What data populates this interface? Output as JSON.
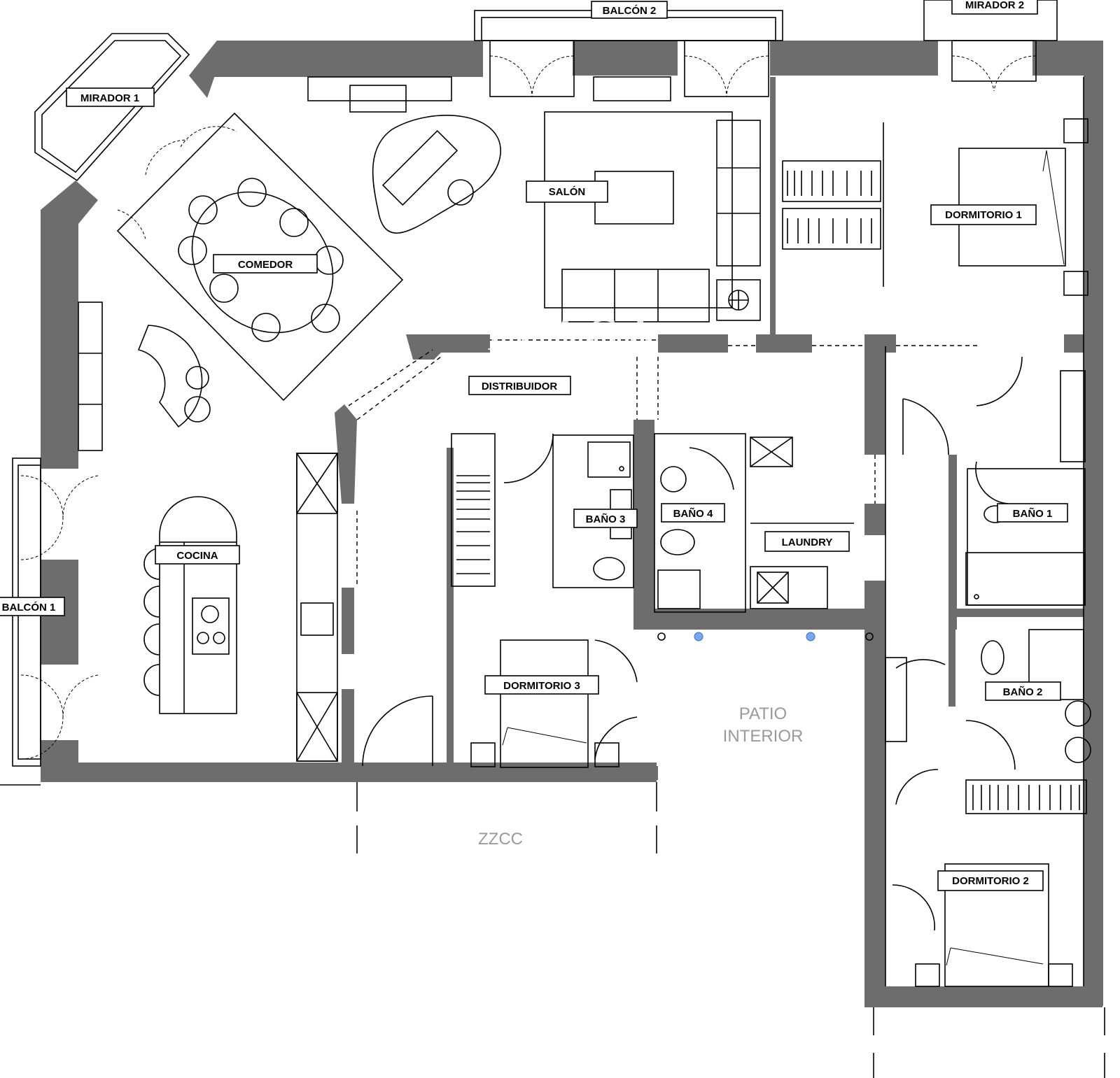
{
  "rooms": {
    "balcon2": "BALCÓN 2",
    "mirador2": "MIRADOR 2",
    "mirador1": "MIRADOR 1",
    "comedor": "COMEDOR",
    "salon": "SALÓN",
    "dormitorio1": "DORMITORIO 1",
    "distribuidor": "DISTRIBUIDOR",
    "cocina": "COCINA",
    "balcon1": "BALCÓN 1",
    "bano3": "BAÑO 3",
    "bano4": "BAÑO 4",
    "laundry": "LAUNDRY",
    "bano1": "BAÑO 1",
    "dormitorio3": "DORMITORIO 3",
    "bano2": "BAÑO 2",
    "dormitorio2": "DORMITORIO 2"
  },
  "areas": {
    "patio_line1": "PATIO",
    "patio_line2": "INTERIOR",
    "zzcc": "ZZCC"
  },
  "watermark": "PLAGA",
  "colors": {
    "wall": "#6d6d6d",
    "line": "#000000",
    "pin": "#7aa7e8"
  }
}
